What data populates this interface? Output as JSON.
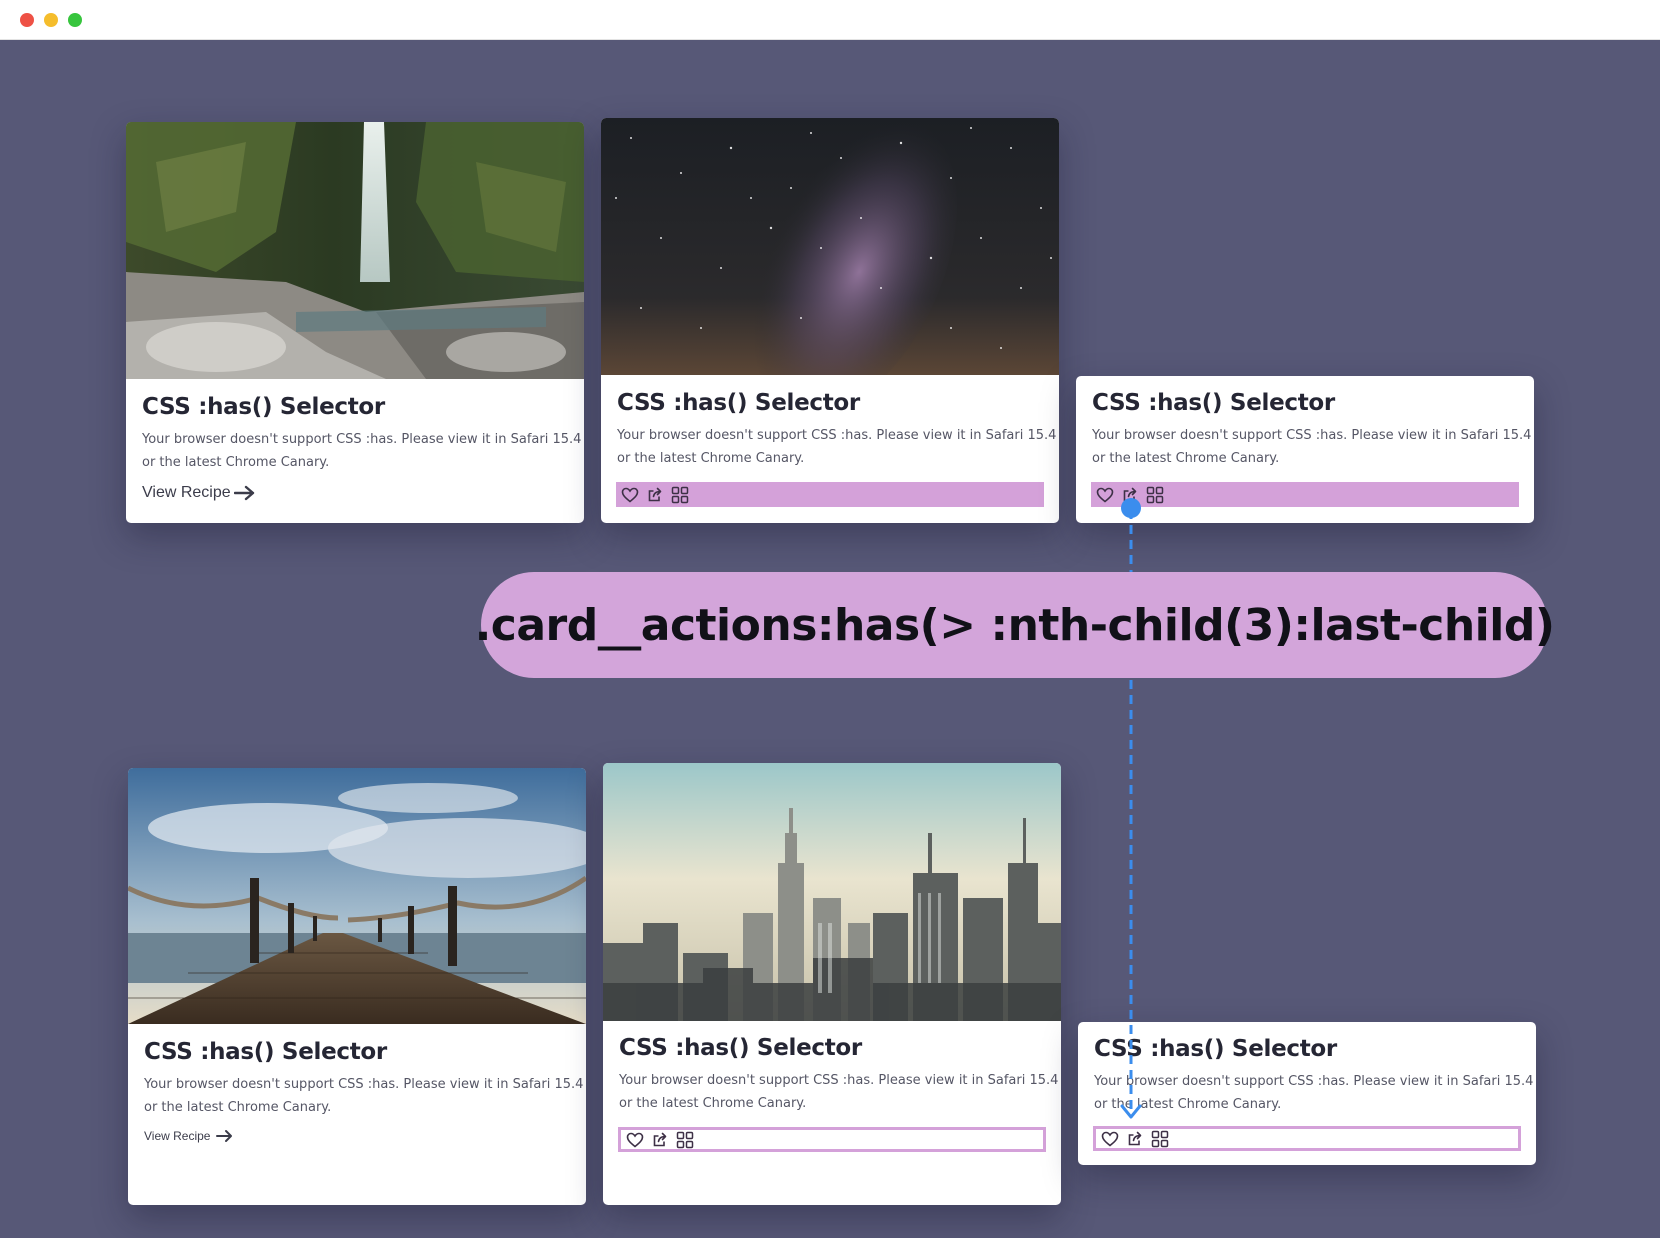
{
  "window": {
    "controls": [
      "close",
      "minimize",
      "zoom"
    ]
  },
  "colors": {
    "background": "#575877",
    "highlight": "#d4a1d9",
    "pill": "#d3a5da",
    "connector": "#3b8ded"
  },
  "selector_label": ".card__actions:has(> :nth-child(3):last-child)",
  "cards": [
    {
      "image": "waterfall-photo",
      "title": "CSS :has() Selector",
      "desc_line1": "Your browser doesn't support CSS :has. Please view it in Safari 15.4",
      "desc_line2": "or the latest Chrome Canary.",
      "link": "View Recipe"
    },
    {
      "image": "milky-way-photo",
      "title": "CSS :has() Selector",
      "desc_line1": "Your browser doesn't support CSS :has. Please view it in Safari 15.4",
      "desc_line2": "or the latest Chrome Canary.",
      "actions": [
        "heart-icon",
        "share-icon",
        "grid-icon"
      ]
    },
    {
      "title": "CSS :has() Selector",
      "desc_line1": "Your browser doesn't support CSS :has. Please view it in Safari 15.4",
      "desc_line2": "or the latest Chrome Canary.",
      "actions": [
        "heart-icon",
        "share-icon",
        "grid-icon"
      ]
    },
    {
      "image": "pier-photo",
      "title": "CSS :has() Selector",
      "desc_line1": "Your browser doesn't support CSS :has. Please view it in Safari 15.4",
      "desc_line2": "or the latest Chrome Canary.",
      "link": "View Recipe"
    },
    {
      "image": "city-skyline-photo",
      "title": "CSS :has() Selector",
      "desc_line1": "Your browser doesn't support CSS :has. Please view it in Safari 15.4",
      "desc_line2": "or the latest Chrome Canary.",
      "actions": [
        "heart-icon",
        "share-icon",
        "grid-icon"
      ]
    },
    {
      "title": "CSS :has() Selector",
      "desc_line1": "Your browser doesn't support CSS :has. Please view it in Safari 15.4",
      "desc_line2": "or the latest Chrome Canary.",
      "actions": [
        "heart-icon",
        "share-icon",
        "grid-icon"
      ]
    }
  ]
}
